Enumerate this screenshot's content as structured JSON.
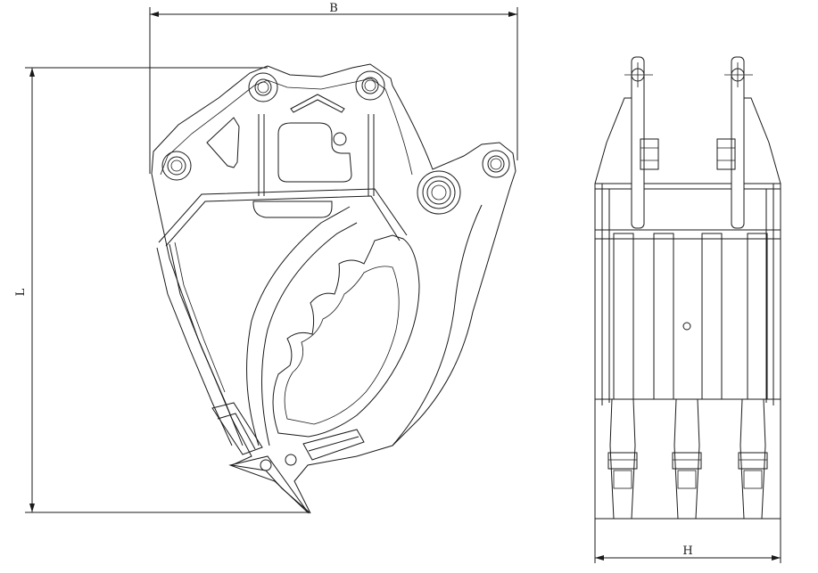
{
  "dimensions": {
    "width_label": "B",
    "length_label": "L",
    "front_width_label": "H"
  },
  "colors": {
    "line": "#1a1a1a",
    "background": "#ffffff"
  }
}
